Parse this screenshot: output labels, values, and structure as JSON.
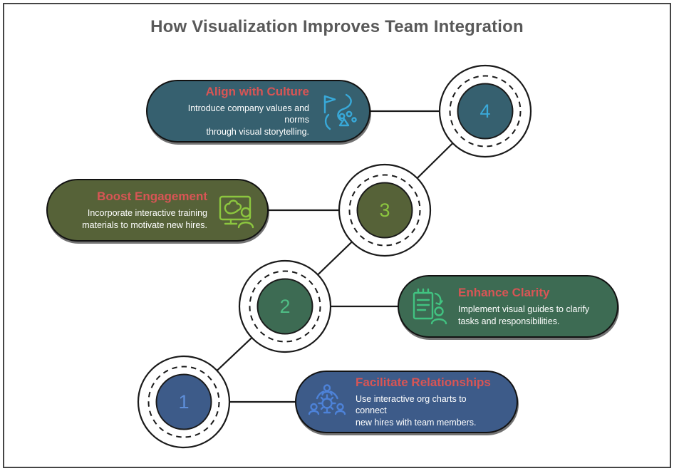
{
  "title": "How Visualization Improves Team Integration",
  "colors": {
    "heading_text": "#595959",
    "step_title_text": "#d85555",
    "body_text": "#ffffff",
    "outline": "#1a1a1a",
    "background": "#ffffff",
    "step1_bg": "#3d5b89",
    "step2_bg": "#3d6b53",
    "step3_bg": "#566238",
    "step4_bg": "#36606f",
    "step1_accent": "#5e8ed9",
    "step2_accent": "#4fbd85",
    "step3_accent": "#8cc63f",
    "step4_accent": "#3aa9d9"
  },
  "steps": [
    {
      "num": "1",
      "title": "Facilitate Relationships",
      "desc": "Use interactive org charts to connect\nnew hires with team members.",
      "icon": "team-gear-icon"
    },
    {
      "num": "2",
      "title": "Enhance Clarity",
      "desc": "Implement visual guides to clarify\ntasks and responsibilities.",
      "icon": "checklist-assign-icon"
    },
    {
      "num": "3",
      "title": "Boost Engagement",
      "desc": "Incorporate interactive training\nmaterials to motivate new hires.",
      "icon": "training-screen-icon"
    },
    {
      "num": "4",
      "title": "Align with Culture",
      "desc": "Introduce company values and norms\nthrough visual storytelling.",
      "icon": "journey-flag-icon"
    }
  ]
}
